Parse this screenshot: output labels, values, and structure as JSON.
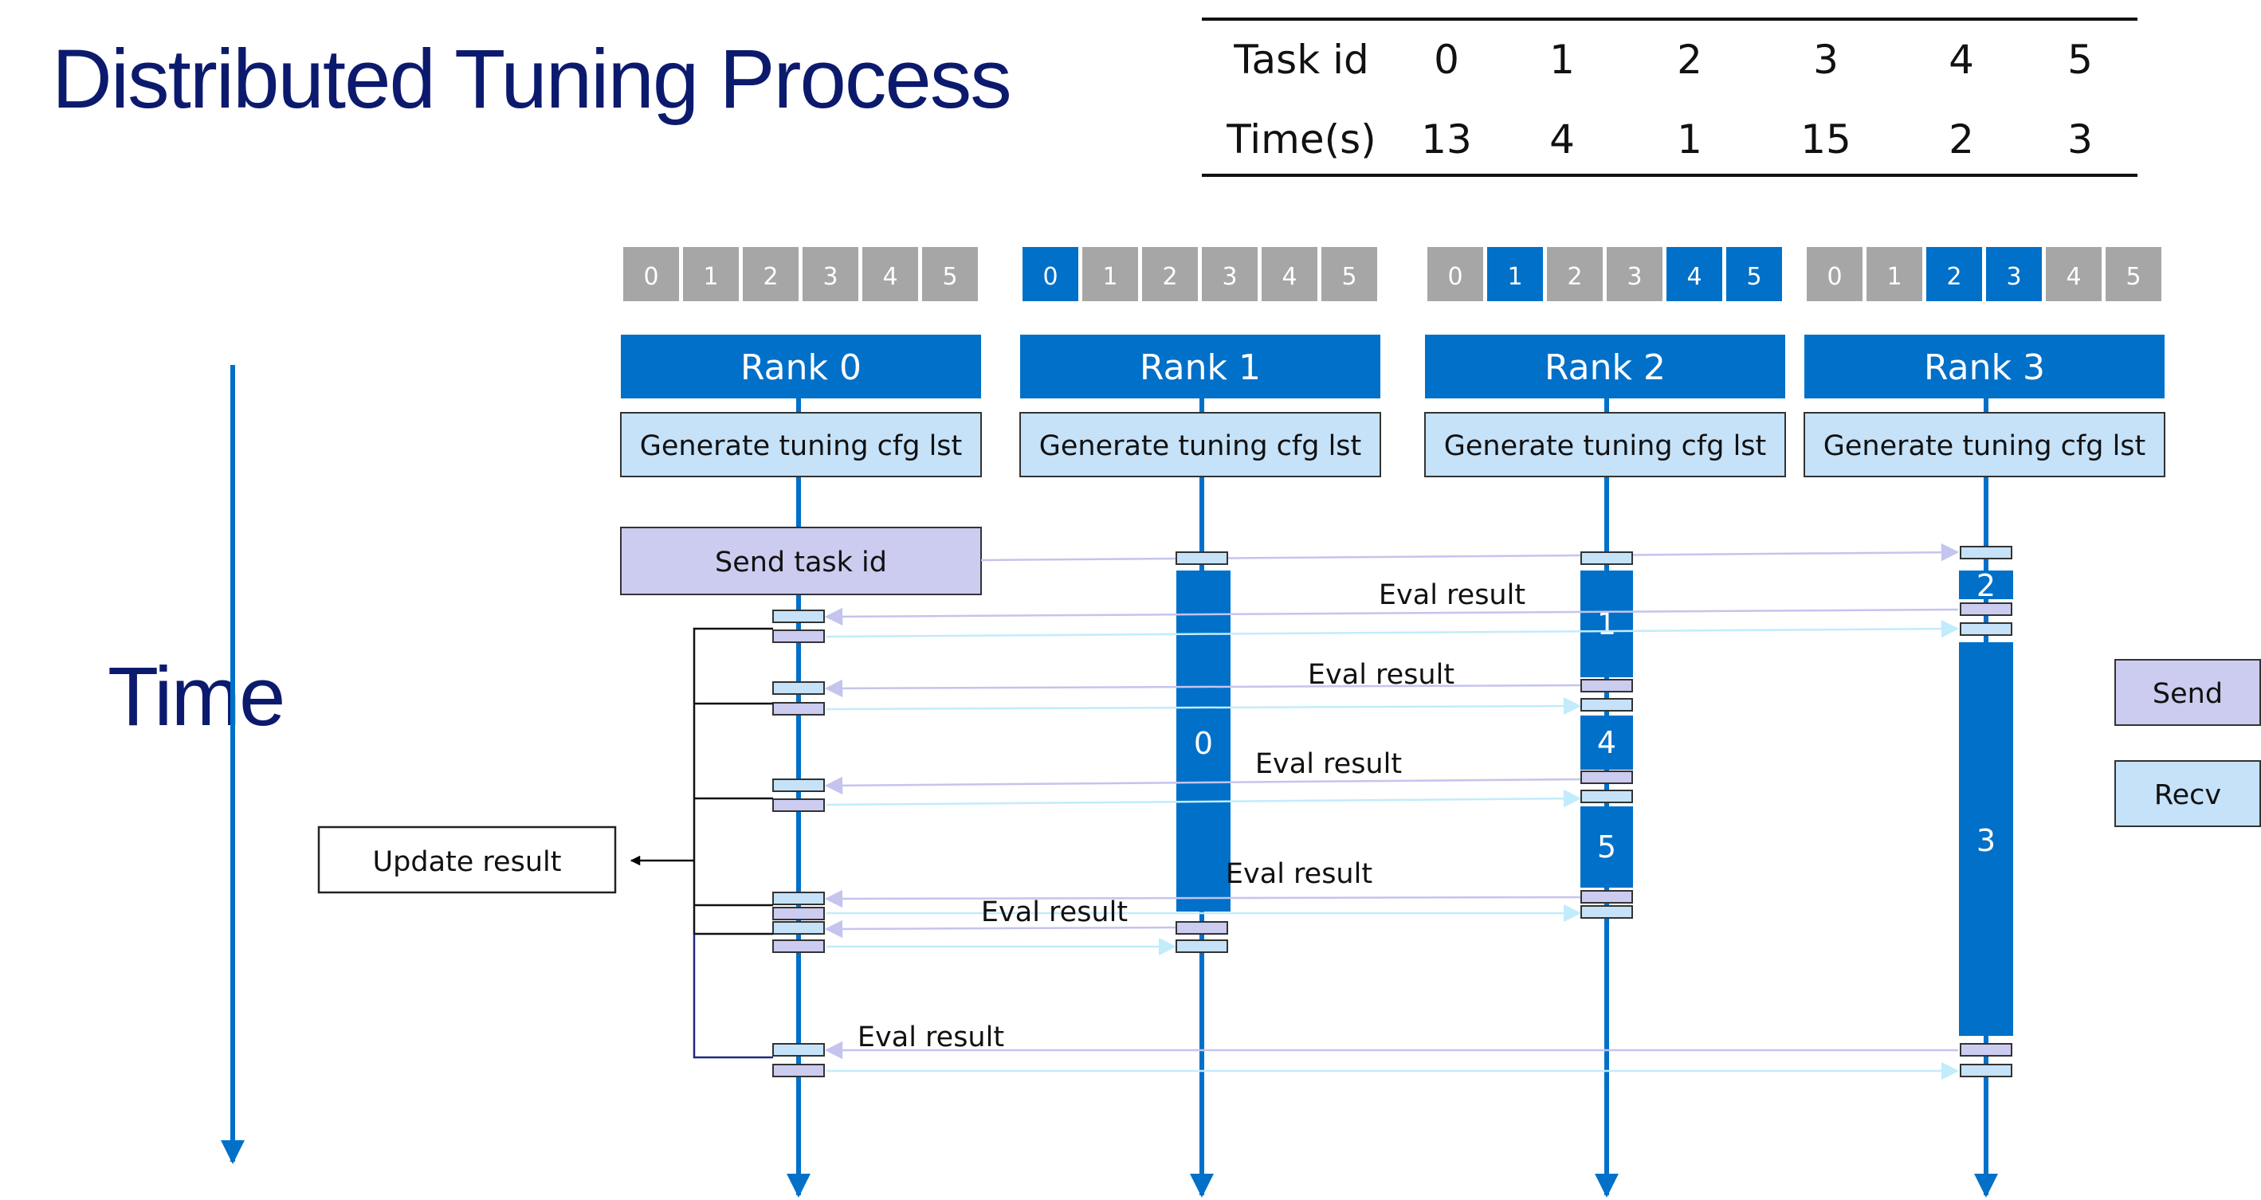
{
  "title": "Distributed Tuning Process",
  "time_label": "Time",
  "table": {
    "row_headers": [
      "Task id",
      "Time(s)"
    ],
    "task_ids": [
      "0",
      "1",
      "2",
      "3",
      "4",
      "5"
    ],
    "times": [
      "13",
      "4",
      "1",
      "15",
      "2",
      "3"
    ]
  },
  "task_slots": [
    "0",
    "1",
    "2",
    "3",
    "4",
    "5"
  ],
  "ranks": [
    {
      "name": "Rank 0",
      "cfg_label": "Generate tuning cfg lst",
      "highlighted": []
    },
    {
      "name": "Rank 1",
      "cfg_label": "Generate tuning cfg lst",
      "highlighted": [
        "0"
      ]
    },
    {
      "name": "Rank 2",
      "cfg_label": "Generate tuning cfg lst",
      "highlighted": [
        "1",
        "4",
        "5"
      ]
    },
    {
      "name": "Rank 3",
      "cfg_label": "Generate tuning cfg lst",
      "highlighted": [
        "2",
        "3"
      ]
    }
  ],
  "send_task_label": "Send task id",
  "update_result_label": "Update result",
  "eval_result_label": "Eval result",
  "task_block_labels": {
    "rank1": "0",
    "rank2": [
      "1",
      "4",
      "5"
    ],
    "rank3": [
      "2",
      "3"
    ]
  },
  "legend": {
    "send": "Send",
    "recv": "Recv"
  },
  "colors": {
    "primary_blue": "#0070c9",
    "slot_gray": "#a6a6a6",
    "recv_fill": "#c5e2f9",
    "send_fill": "#ccccf0",
    "title_navy": "#0c1a6e"
  }
}
